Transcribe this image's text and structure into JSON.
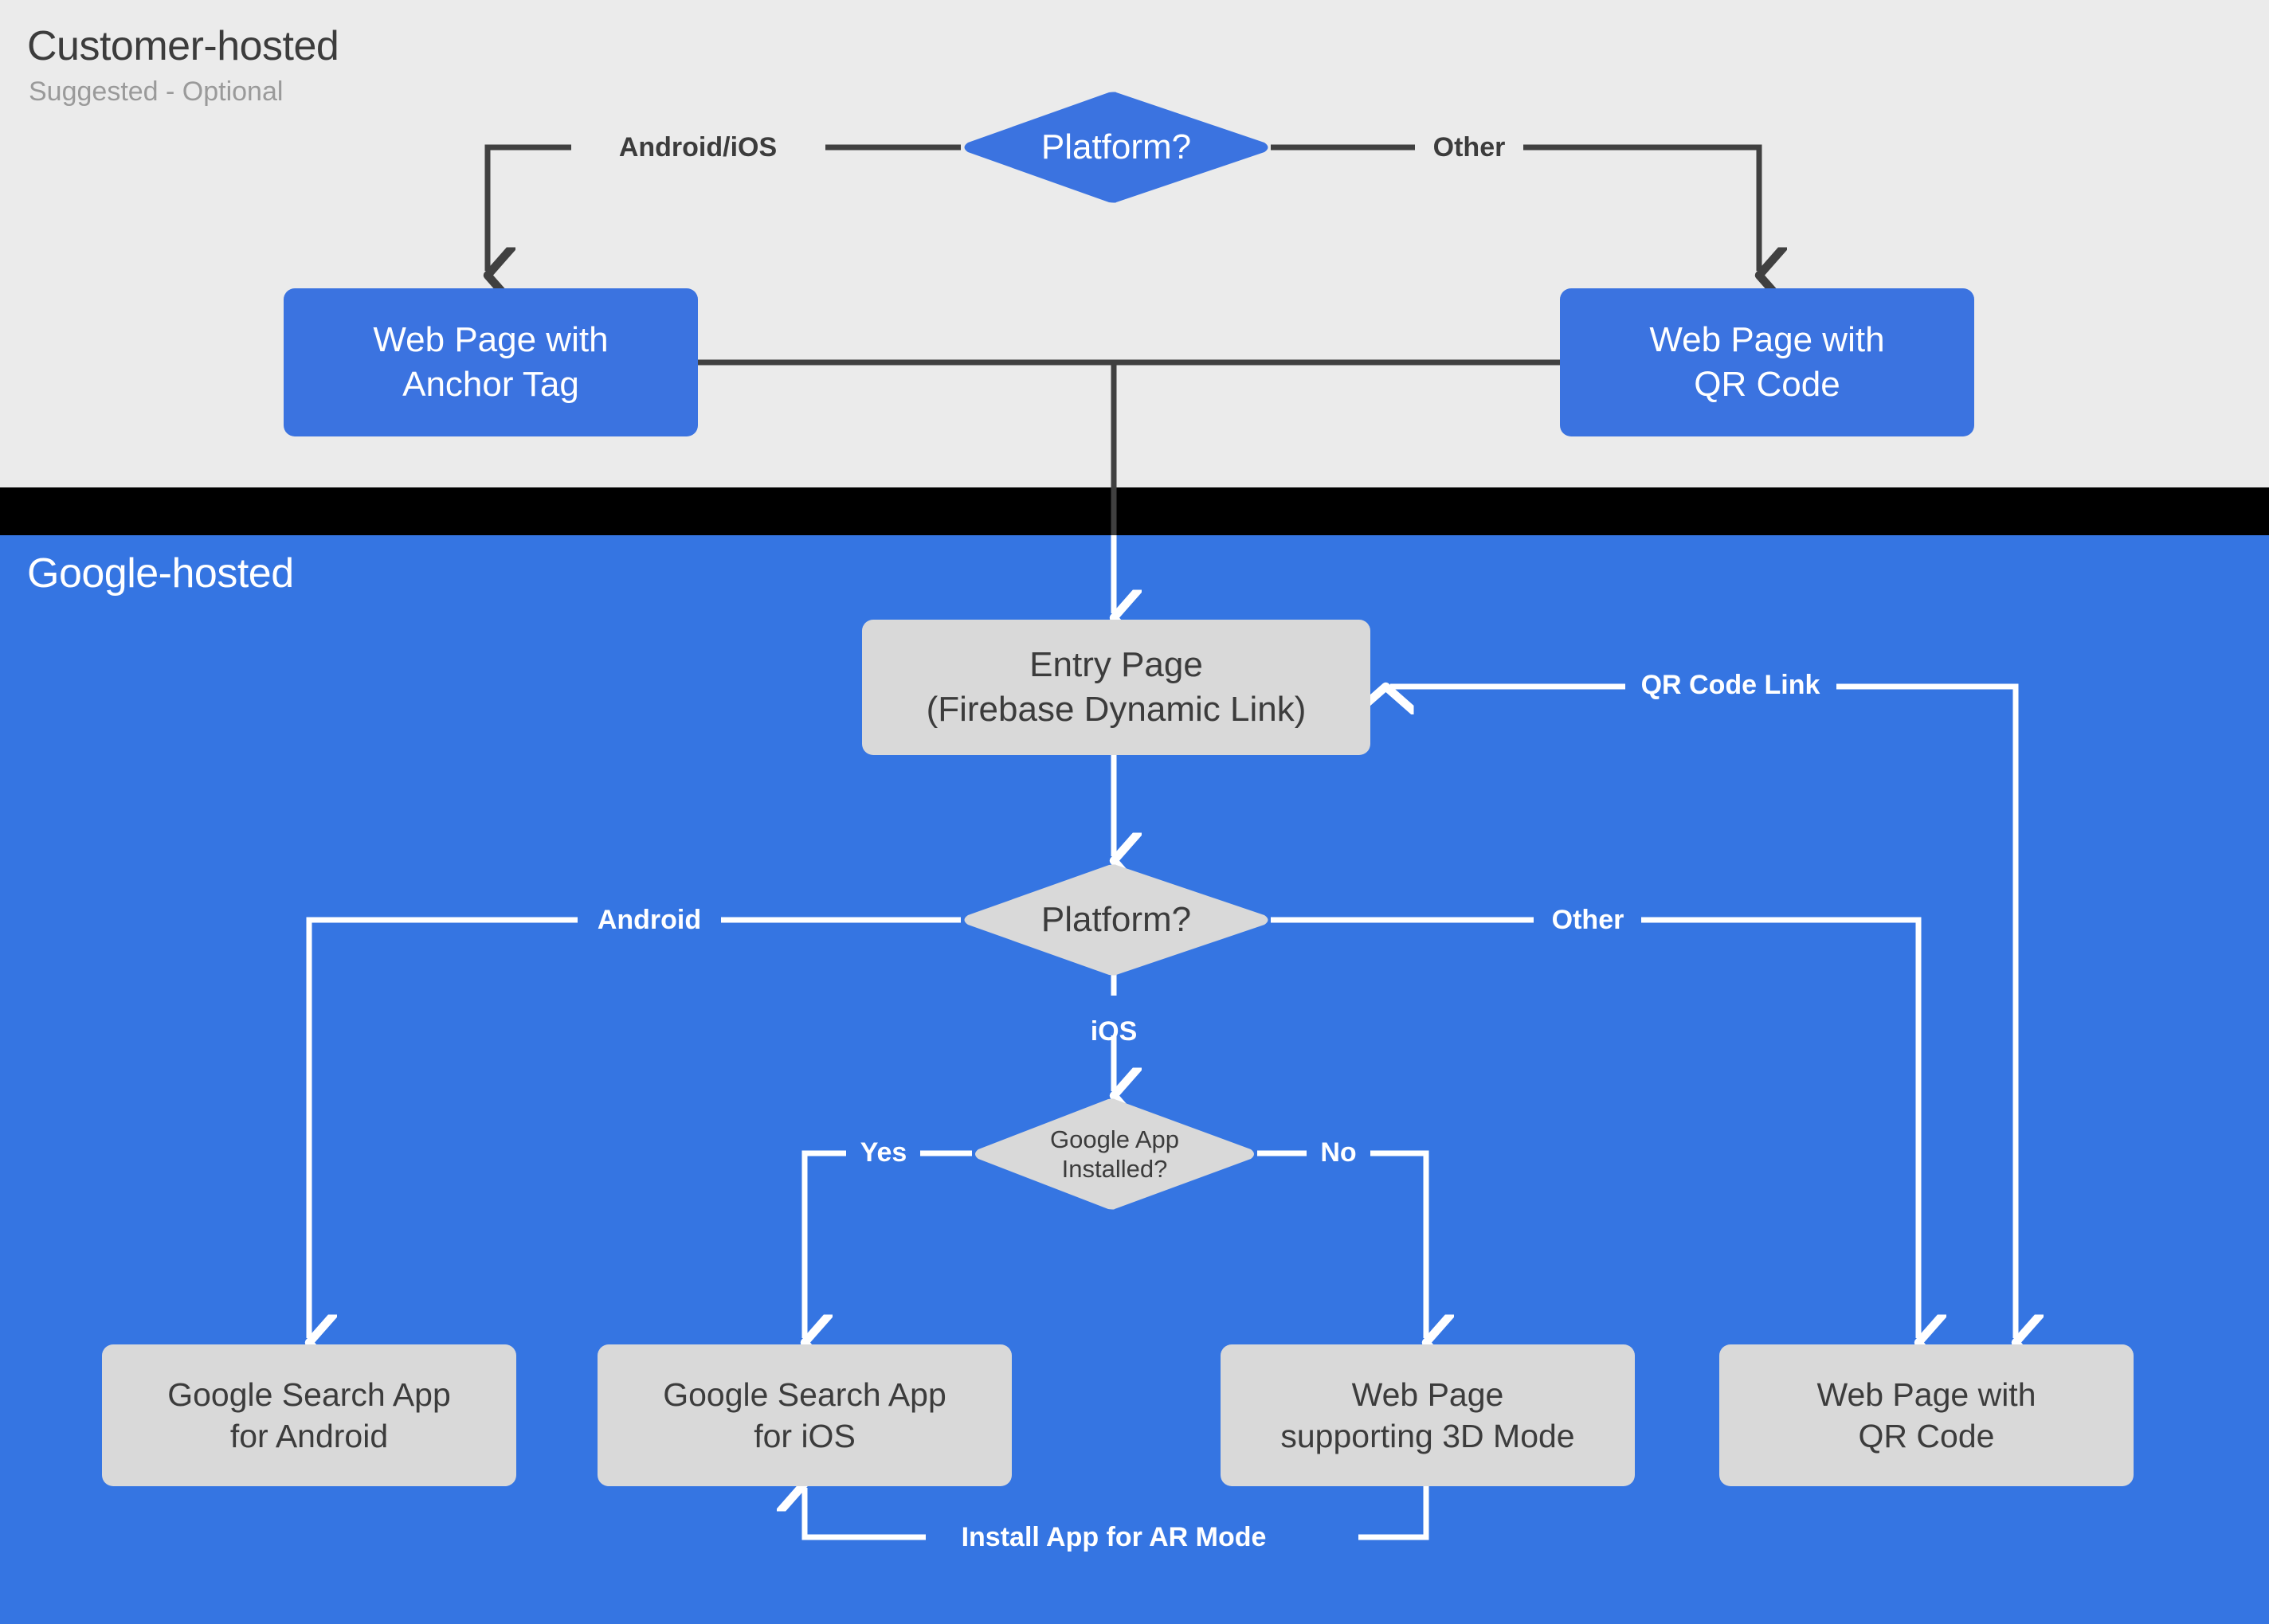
{
  "sections": {
    "customer": {
      "title": "Customer-hosted",
      "subtitle": "Suggested - Optional"
    },
    "google": {
      "title": "Google-hosted"
    }
  },
  "colors": {
    "customer_band": "#ebebeb",
    "divider_band": "#000000",
    "google_band": "#3575e2",
    "node_blue": "#3b73e0",
    "node_gray": "#d9d9d9",
    "text_dark": "#3c3c3c",
    "text_light": "#ffffff",
    "subtitle_gray": "#9a9a9a",
    "edge_dark": "#404040",
    "edge_light": "#ffffff"
  },
  "nodes": {
    "platform_top": "Platform?",
    "web_anchor_tag": "Web Page with\nAnchor Tag",
    "web_qr_top": "Web Page with\nQR Code",
    "entry_page": "Entry Page\n(Firebase Dynamic Link)",
    "platform_bottom": "Platform?",
    "google_app_installed": "Google App\nInstalled?",
    "search_app_android": "Google Search App\nfor Android",
    "search_app_ios": "Google Search App\nfor iOS",
    "web_3d_mode": "Web Page\nsupporting 3D Mode",
    "web_qr_bottom": "Web Page with\nQR Code"
  },
  "edge_labels": {
    "android_ios": "Android/iOS",
    "other_top": "Other",
    "qr_code_link": "QR Code Link",
    "android": "Android",
    "other_bottom": "Other",
    "ios": "iOS",
    "yes": "Yes",
    "no": "No",
    "install_ar": "Install App for AR Mode"
  },
  "chart_data": {
    "type": "diagram",
    "title": "Customer-hosted / Google-hosted AR entry flow",
    "nodes": [
      {
        "id": "platform_top",
        "label": "Platform?",
        "shape": "diamond",
        "section": "customer",
        "fill": "#3b73e0"
      },
      {
        "id": "web_anchor_tag",
        "label": "Web Page with Anchor Tag",
        "shape": "rounded-rect",
        "section": "customer",
        "fill": "#3b73e0"
      },
      {
        "id": "web_qr_top",
        "label": "Web Page with QR Code",
        "shape": "rounded-rect",
        "section": "customer",
        "fill": "#3b73e0"
      },
      {
        "id": "entry_page",
        "label": "Entry Page (Firebase Dynamic Link)",
        "shape": "rounded-rect",
        "section": "google",
        "fill": "#d9d9d9"
      },
      {
        "id": "platform_bottom",
        "label": "Platform?",
        "shape": "diamond",
        "section": "google",
        "fill": "#d9d9d9"
      },
      {
        "id": "google_app_installed",
        "label": "Google App Installed?",
        "shape": "diamond",
        "section": "google",
        "fill": "#d9d9d9"
      },
      {
        "id": "search_app_android",
        "label": "Google Search App for Android",
        "shape": "rounded-rect",
        "section": "google",
        "fill": "#d9d9d9"
      },
      {
        "id": "search_app_ios",
        "label": "Google Search App for iOS",
        "shape": "rounded-rect",
        "section": "google",
        "fill": "#d9d9d9"
      },
      {
        "id": "web_3d_mode",
        "label": "Web Page supporting 3D Mode",
        "shape": "rounded-rect",
        "section": "google",
        "fill": "#d9d9d9"
      },
      {
        "id": "web_qr_bottom",
        "label": "Web Page with QR Code",
        "shape": "rounded-rect",
        "section": "google",
        "fill": "#d9d9d9"
      }
    ],
    "edges": [
      {
        "from": "platform_top",
        "to": "web_anchor_tag",
        "label": "Android/iOS"
      },
      {
        "from": "platform_top",
        "to": "web_qr_top",
        "label": "Other"
      },
      {
        "from": "web_anchor_tag",
        "to": "entry_page",
        "label": ""
      },
      {
        "from": "web_qr_top",
        "to": "entry_page",
        "label": ""
      },
      {
        "from": "web_qr_bottom",
        "to": "entry_page",
        "label": "QR Code Link"
      },
      {
        "from": "entry_page",
        "to": "platform_bottom",
        "label": ""
      },
      {
        "from": "platform_bottom",
        "to": "search_app_android",
        "label": "Android"
      },
      {
        "from": "platform_bottom",
        "to": "google_app_installed",
        "label": "iOS"
      },
      {
        "from": "platform_bottom",
        "to": "web_qr_bottom",
        "label": "Other"
      },
      {
        "from": "google_app_installed",
        "to": "search_app_ios",
        "label": "Yes"
      },
      {
        "from": "google_app_installed",
        "to": "web_3d_mode",
        "label": "No"
      },
      {
        "from": "web_3d_mode",
        "to": "search_app_ios",
        "label": "Install App for AR Mode"
      }
    ]
  }
}
